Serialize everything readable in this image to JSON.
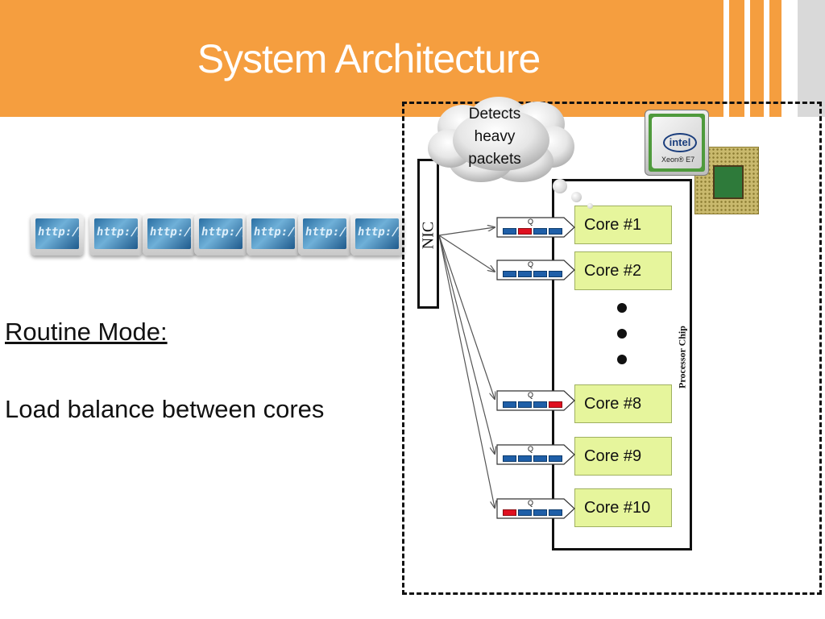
{
  "slide": {
    "title": "System Architecture",
    "routine_mode": "Routine Mode:",
    "load_balance": "Load balance between cores"
  },
  "http_icons": [
    "http://",
    "http://",
    "http://",
    "http://",
    "http://",
    "http://",
    "http://"
  ],
  "diagram": {
    "cloud_lines": [
      "Detects",
      "heavy",
      "packets"
    ],
    "nic_label": "NIC",
    "chip_label": "Processor Chip",
    "queue_label": "Q",
    "intel_logo": "intel",
    "intel_model": "Xeon® E7",
    "cores": [
      {
        "label": "Core #1",
        "cells": [
          "blue",
          "red",
          "blue",
          "blue"
        ]
      },
      {
        "label": "Core #2",
        "cells": [
          "blue",
          "blue",
          "blue",
          "blue"
        ]
      },
      {
        "label": "Core #8",
        "cells": [
          "blue",
          "blue",
          "blue",
          "red"
        ]
      },
      {
        "label": "Core #9",
        "cells": [
          "blue",
          "blue",
          "blue",
          "blue"
        ]
      },
      {
        "label": "Core #10",
        "cells": [
          "red",
          "blue",
          "blue",
          "blue"
        ]
      }
    ]
  },
  "colors": {
    "header": "#f59e3f",
    "core_fill": "#e6f59c",
    "queue_cell": "#1f5fa8",
    "heavy_packet": "#e01020"
  }
}
